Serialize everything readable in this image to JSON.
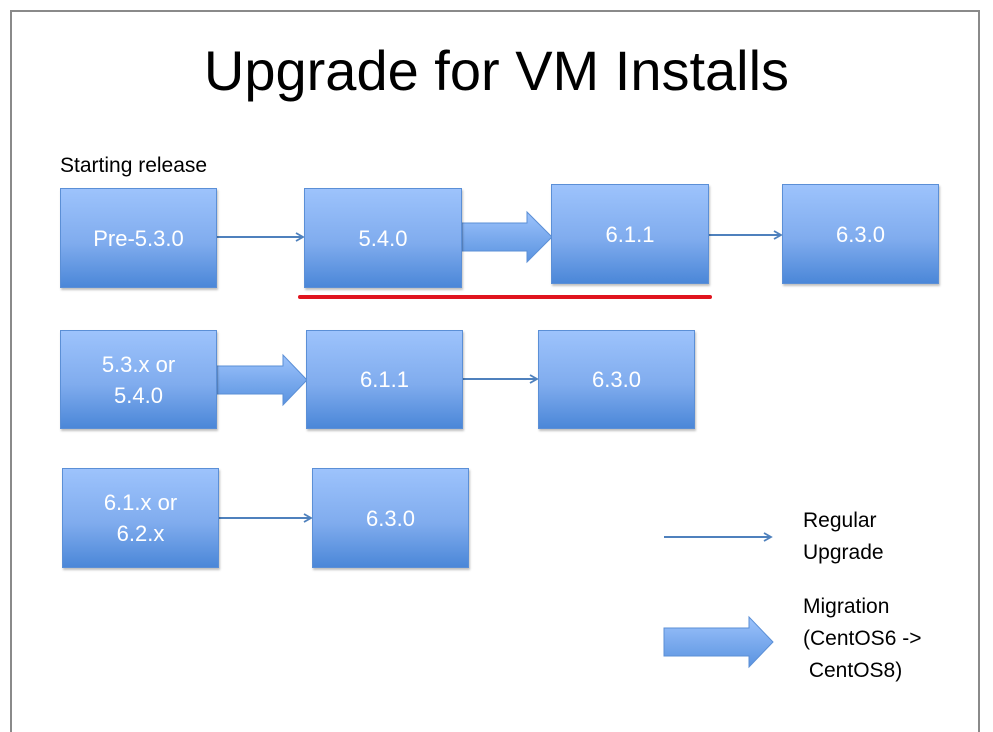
{
  "title": "Upgrade for VM Installs",
  "starting_label": "Starting release",
  "rows": [
    {
      "boxes": [
        "Pre-5.3.0",
        "5.4.0",
        "6.1.1",
        "6.3.0"
      ],
      "arrows": [
        "regular",
        "migration",
        "regular"
      ]
    },
    {
      "boxes": [
        "5.3.x or\n5.4.0",
        "6.1.1",
        "6.3.0"
      ],
      "arrows": [
        "migration",
        "regular"
      ]
    },
    {
      "boxes": [
        "6.1.x or\n6.2.x",
        "6.3.0"
      ],
      "arrows": [
        "regular"
      ]
    }
  ],
  "legend": {
    "regular": "Regular\nUpgrade",
    "migration": "Migration\n(CentOS6 ->\n CentOS8)"
  },
  "colors": {
    "box_top": "#9dc3fc",
    "box_bottom": "#4b87d8",
    "arrow": "#4f81bd",
    "highlight": "#e0141e"
  }
}
